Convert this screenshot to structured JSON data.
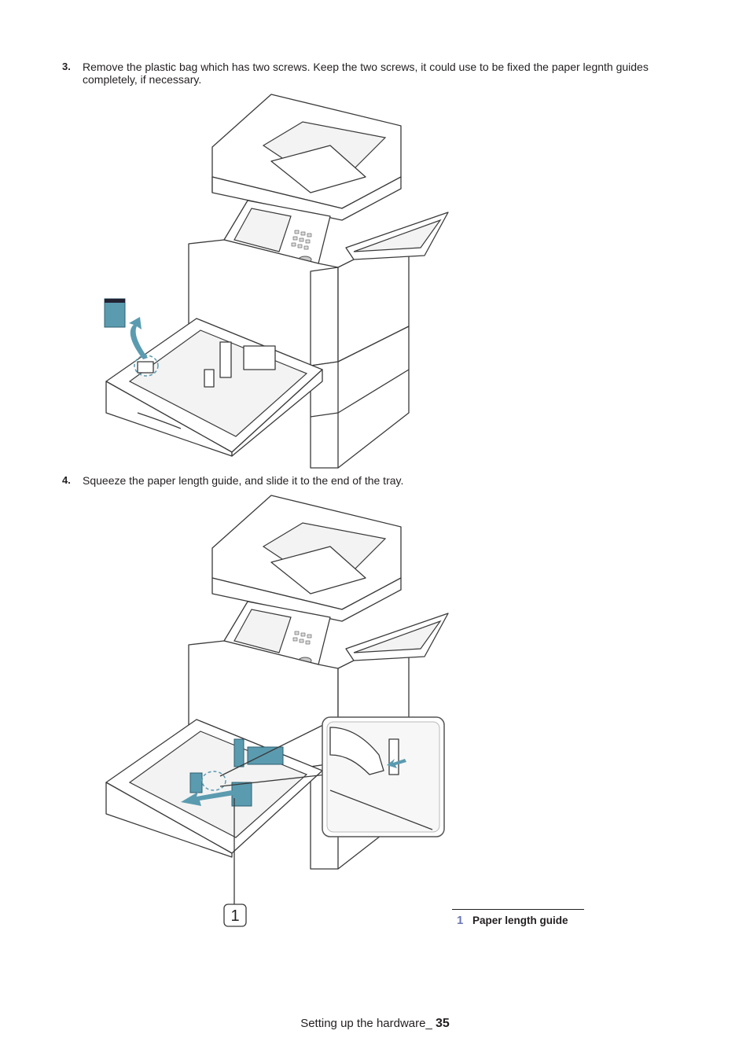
{
  "steps": [
    {
      "number": "3.",
      "text": "Remove the plastic bag which has two screws. Keep the two screws, it could use to be fixed the paper legnth guides completely, if necessary."
    },
    {
      "number": "4.",
      "text": "Squeeze the paper length guide, and slide it to the end of the tray."
    }
  ],
  "figure2": {
    "callout": "1"
  },
  "legend": {
    "number": "1",
    "label": "Paper length guide"
  },
  "footer": {
    "section": "Setting up the hardware_ ",
    "page": "35"
  },
  "colors": {
    "accent": "#5b9bb0",
    "legend_number": "#6b77b5"
  }
}
